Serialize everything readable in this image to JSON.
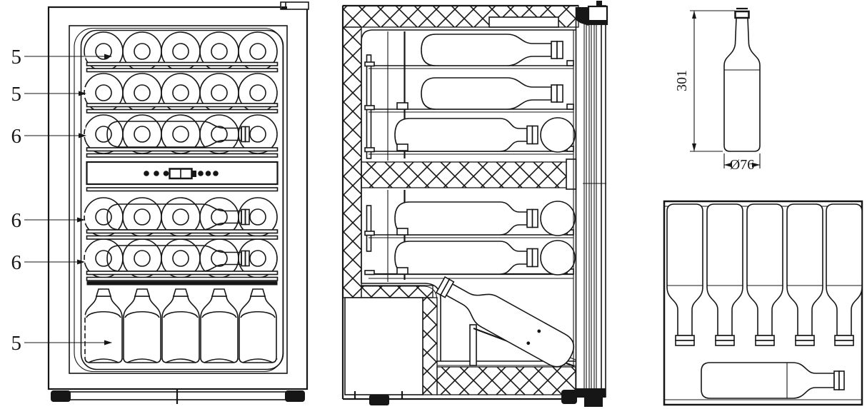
{
  "document": {
    "type": "wine-cooler technical drawing",
    "colors": {
      "ink": "#161616",
      "background": "#ffffff"
    }
  },
  "front_view": {
    "shelf_capacity_labels": [
      "5",
      "5",
      "6",
      "6",
      "6",
      "5"
    ]
  },
  "dimension_view": {
    "bottle_height": "301",
    "bottle_diameter": "Ø76"
  }
}
